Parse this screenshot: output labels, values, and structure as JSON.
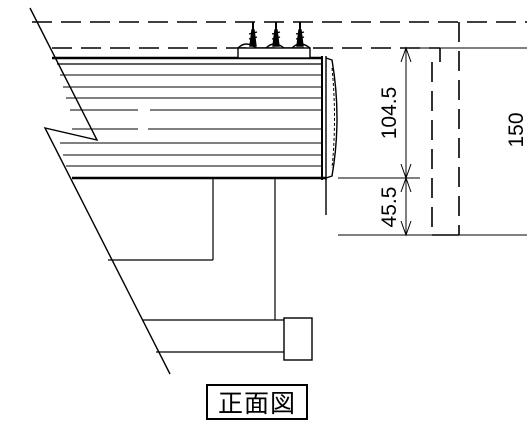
{
  "drawing": {
    "title": "正面図",
    "dimensions": {
      "upper": "104.5",
      "lower": "45.5",
      "total": "150"
    },
    "colors": {
      "line": "#000000",
      "background": "#ffffff"
    }
  }
}
